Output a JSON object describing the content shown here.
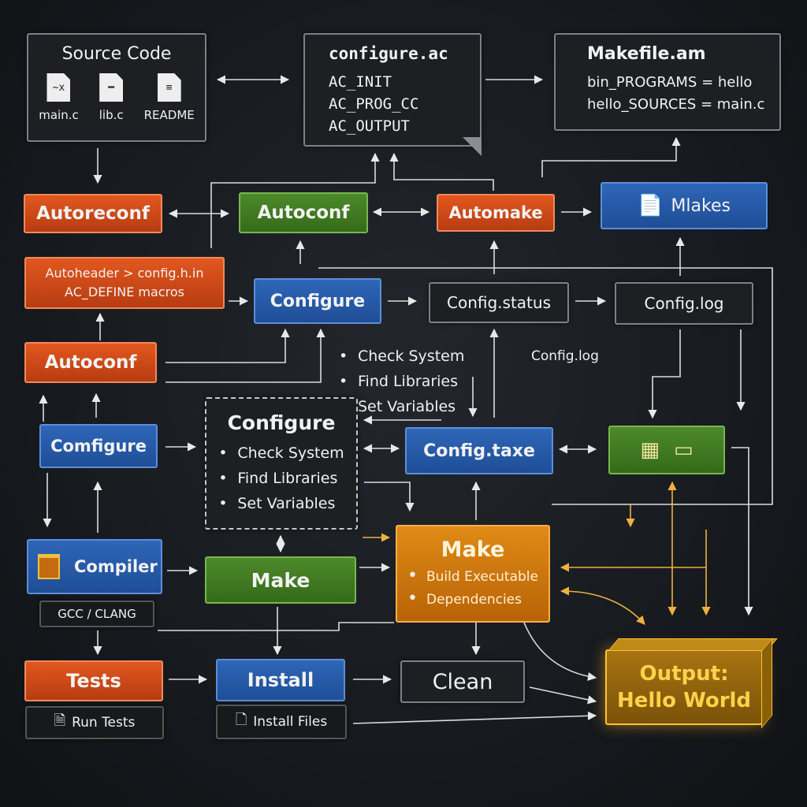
{
  "source": {
    "title": "Source Code",
    "files": [
      {
        "name": "main.c",
        "glyph": "~x"
      },
      {
        "name": "lib.c",
        "glyph": "━"
      },
      {
        "name": "README",
        "glyph": "≡"
      }
    ]
  },
  "configure_ac": {
    "title": "configure.ac",
    "lines": [
      "AC_INIT",
      "AC_PROG_CC",
      "AC_OUTPUT"
    ]
  },
  "makefile_am": {
    "title": "Makefile.am",
    "lines": [
      "bin_PROGRAMS = hello",
      "hello_SOURCES = main.c"
    ]
  },
  "row2": {
    "autoreconf": "Autoreconf",
    "autoconf": "Autoconf",
    "automake": "Automake",
    "mlakes": "Mlakes"
  },
  "autoheader": {
    "line1": "Autoheader > config.h.in",
    "line2": "AC_DEFINE macros"
  },
  "row3": {
    "configure": "Configure",
    "config_status": "Config.status",
    "config_log": "Config.log"
  },
  "float_list": [
    "Check System",
    "Find Libraries",
    "Set Variables"
  ],
  "float_config_log": "Config.log",
  "autoconf2": "Autoconf",
  "configure_center": {
    "title": "Configure",
    "items": [
      "Check System",
      "Find Libraries",
      "Set Variables"
    ]
  },
  "comfigure": "Comfigure",
  "config_taxe": "Config.taxe",
  "compiler": {
    "label": "Compiler",
    "sub": "GCC / CLANG"
  },
  "make_green": "Make",
  "make_amber": {
    "title": "Make",
    "items": [
      "Build Executable",
      "Dependencies"
    ]
  },
  "tests": {
    "label": "Tests",
    "sub": "Run Tests"
  },
  "install": {
    "label": "Install",
    "sub": "Install Files"
  },
  "clean": "Clean",
  "output": {
    "line1": "Output:",
    "line2": "Hello World"
  },
  "colors": {
    "background": "#15181c",
    "orange": "#d44a18",
    "green": "#437d24",
    "blue": "#2659a6",
    "amber": "#cf7810",
    "output_gold": "#e0a21c",
    "arrow": "#e6e6e6"
  }
}
